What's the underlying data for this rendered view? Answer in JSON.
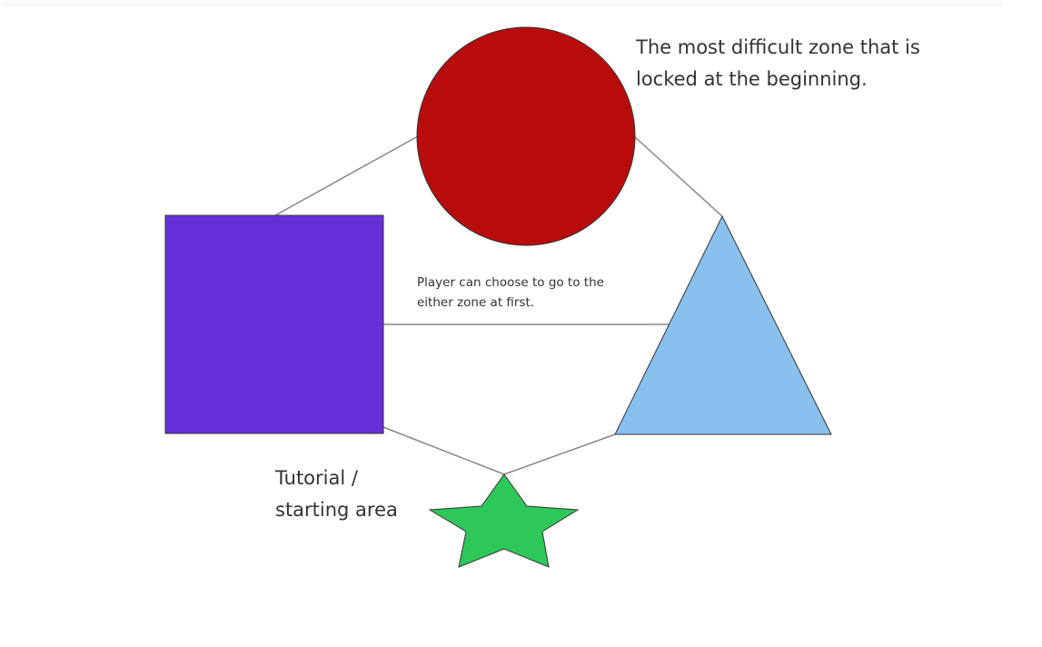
{
  "labels": {
    "locked_zone": [
      "The most difficult zone that is",
      "locked at the beginning."
    ],
    "choice": [
      "Player can choose to go to the",
      "either zone at first."
    ],
    "tutorial": [
      "Tutorial /",
      "starting area"
    ]
  },
  "colors": {
    "circle": "#b80c0c",
    "square": "#6630d8",
    "triangle": "#88c0ee",
    "star": "#2ec85a",
    "connector": "#888888"
  }
}
